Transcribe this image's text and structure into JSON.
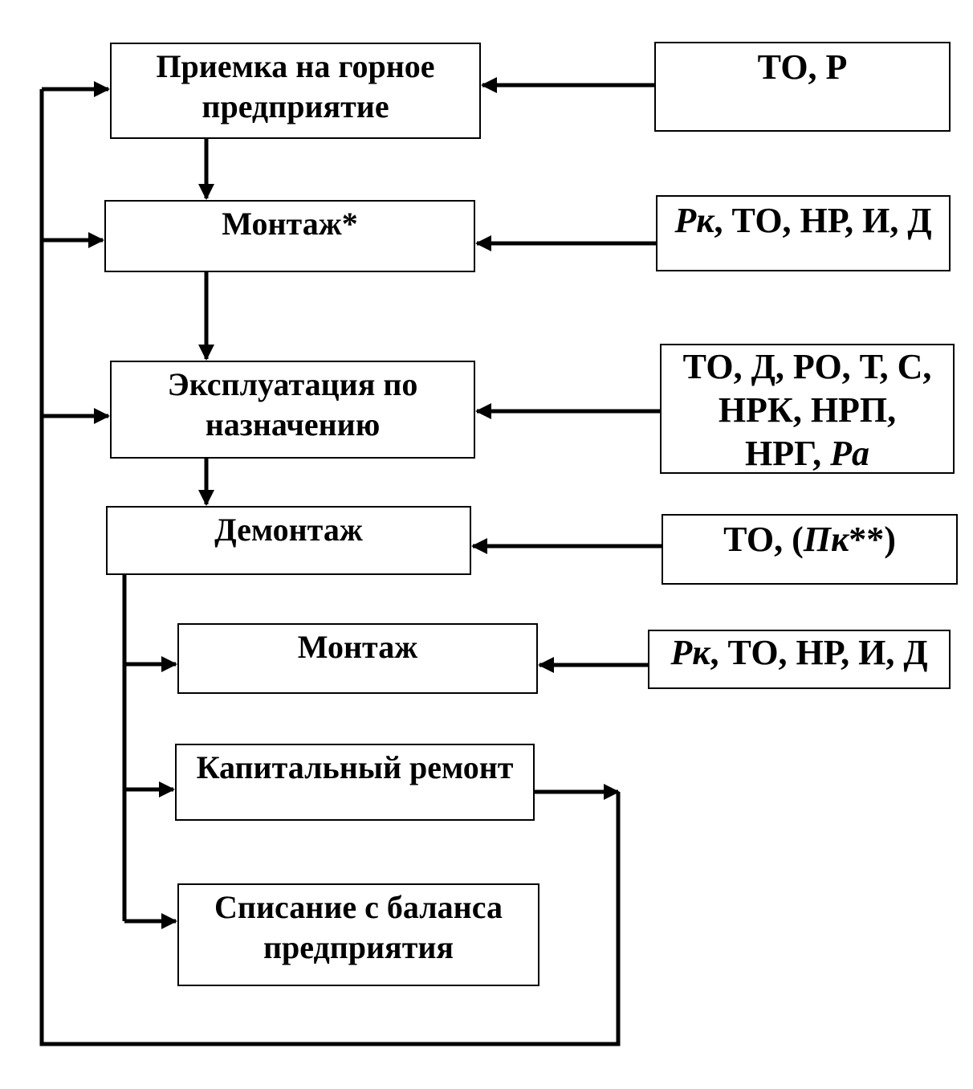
{
  "process": {
    "priemka": [
      "Приемка на горное",
      "предприятие"
    ],
    "montazh_first": "Монтаж*",
    "ekspluatatsiya": [
      "Эксплуатация по",
      "назначению"
    ],
    "demontazh": "Демонтаж",
    "montazh_second": "Монтаж",
    "kapremont": "Капитальный ремонт",
    "spisanie": [
      "Списание с баланса",
      "предприятия"
    ]
  },
  "resources": {
    "priemka": "ТО, Р",
    "montazh_first": {
      "symbol": "Рк",
      "rest": ", ТО, НР, И, Д"
    },
    "ekspluatatsiya": {
      "line1": "ТО, Д, РО, Т, С,",
      "line2": "НРК, НРП,",
      "line3_prefix": "НРГ, ",
      "symbol": "Pa"
    },
    "demontazh": {
      "prefix": "ТО, (",
      "symbol": "Пк",
      "suffix": "**)"
    },
    "montazh_second": {
      "symbol": "Рк",
      "rest": ", ТО, НР, И, Д"
    }
  }
}
